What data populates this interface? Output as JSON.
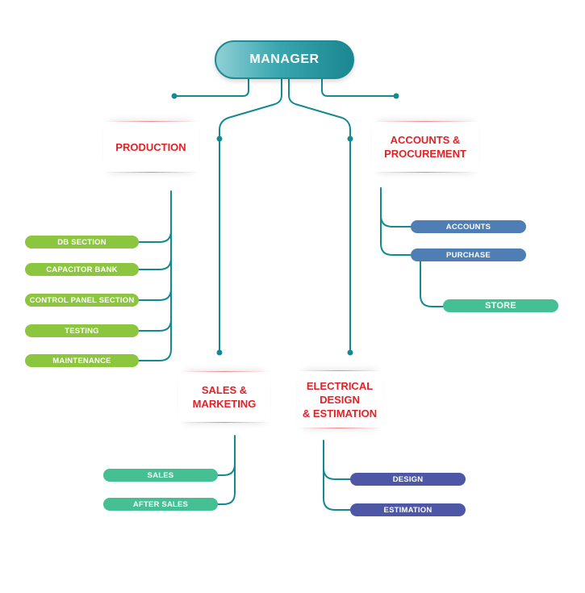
{
  "colors": {
    "connector": "#138a93",
    "department_text": "#e32227",
    "production_pill": "#8cc63f",
    "sales_pill": "#45bf94",
    "accounts_pill": "#4f7eb5",
    "store_pill": "#45bf94",
    "electrical_pill": "#4e57a6"
  },
  "manager": {
    "label": "MANAGER"
  },
  "departments": {
    "production": {
      "label": "PRODUCTION",
      "units": [
        "DB SECTION",
        "CAPACITOR BANK",
        "CONTROL PANEL SECTION",
        "TESTING",
        "MAINTENANCE"
      ]
    },
    "accounts": {
      "label": "ACCOUNTS &\nPROCUREMENT",
      "units": [
        "ACCOUNTS",
        "PURCHASE"
      ],
      "sub_unit": "STORE"
    },
    "sales": {
      "label": "SALES &\nMARKETING",
      "units": [
        "SALES",
        "AFTER SALES"
      ]
    },
    "electrical": {
      "label": "ELECTRICAL\nDESIGN\n& ESTIMATION",
      "units": [
        "DESIGN",
        "ESTIMATION"
      ]
    }
  }
}
